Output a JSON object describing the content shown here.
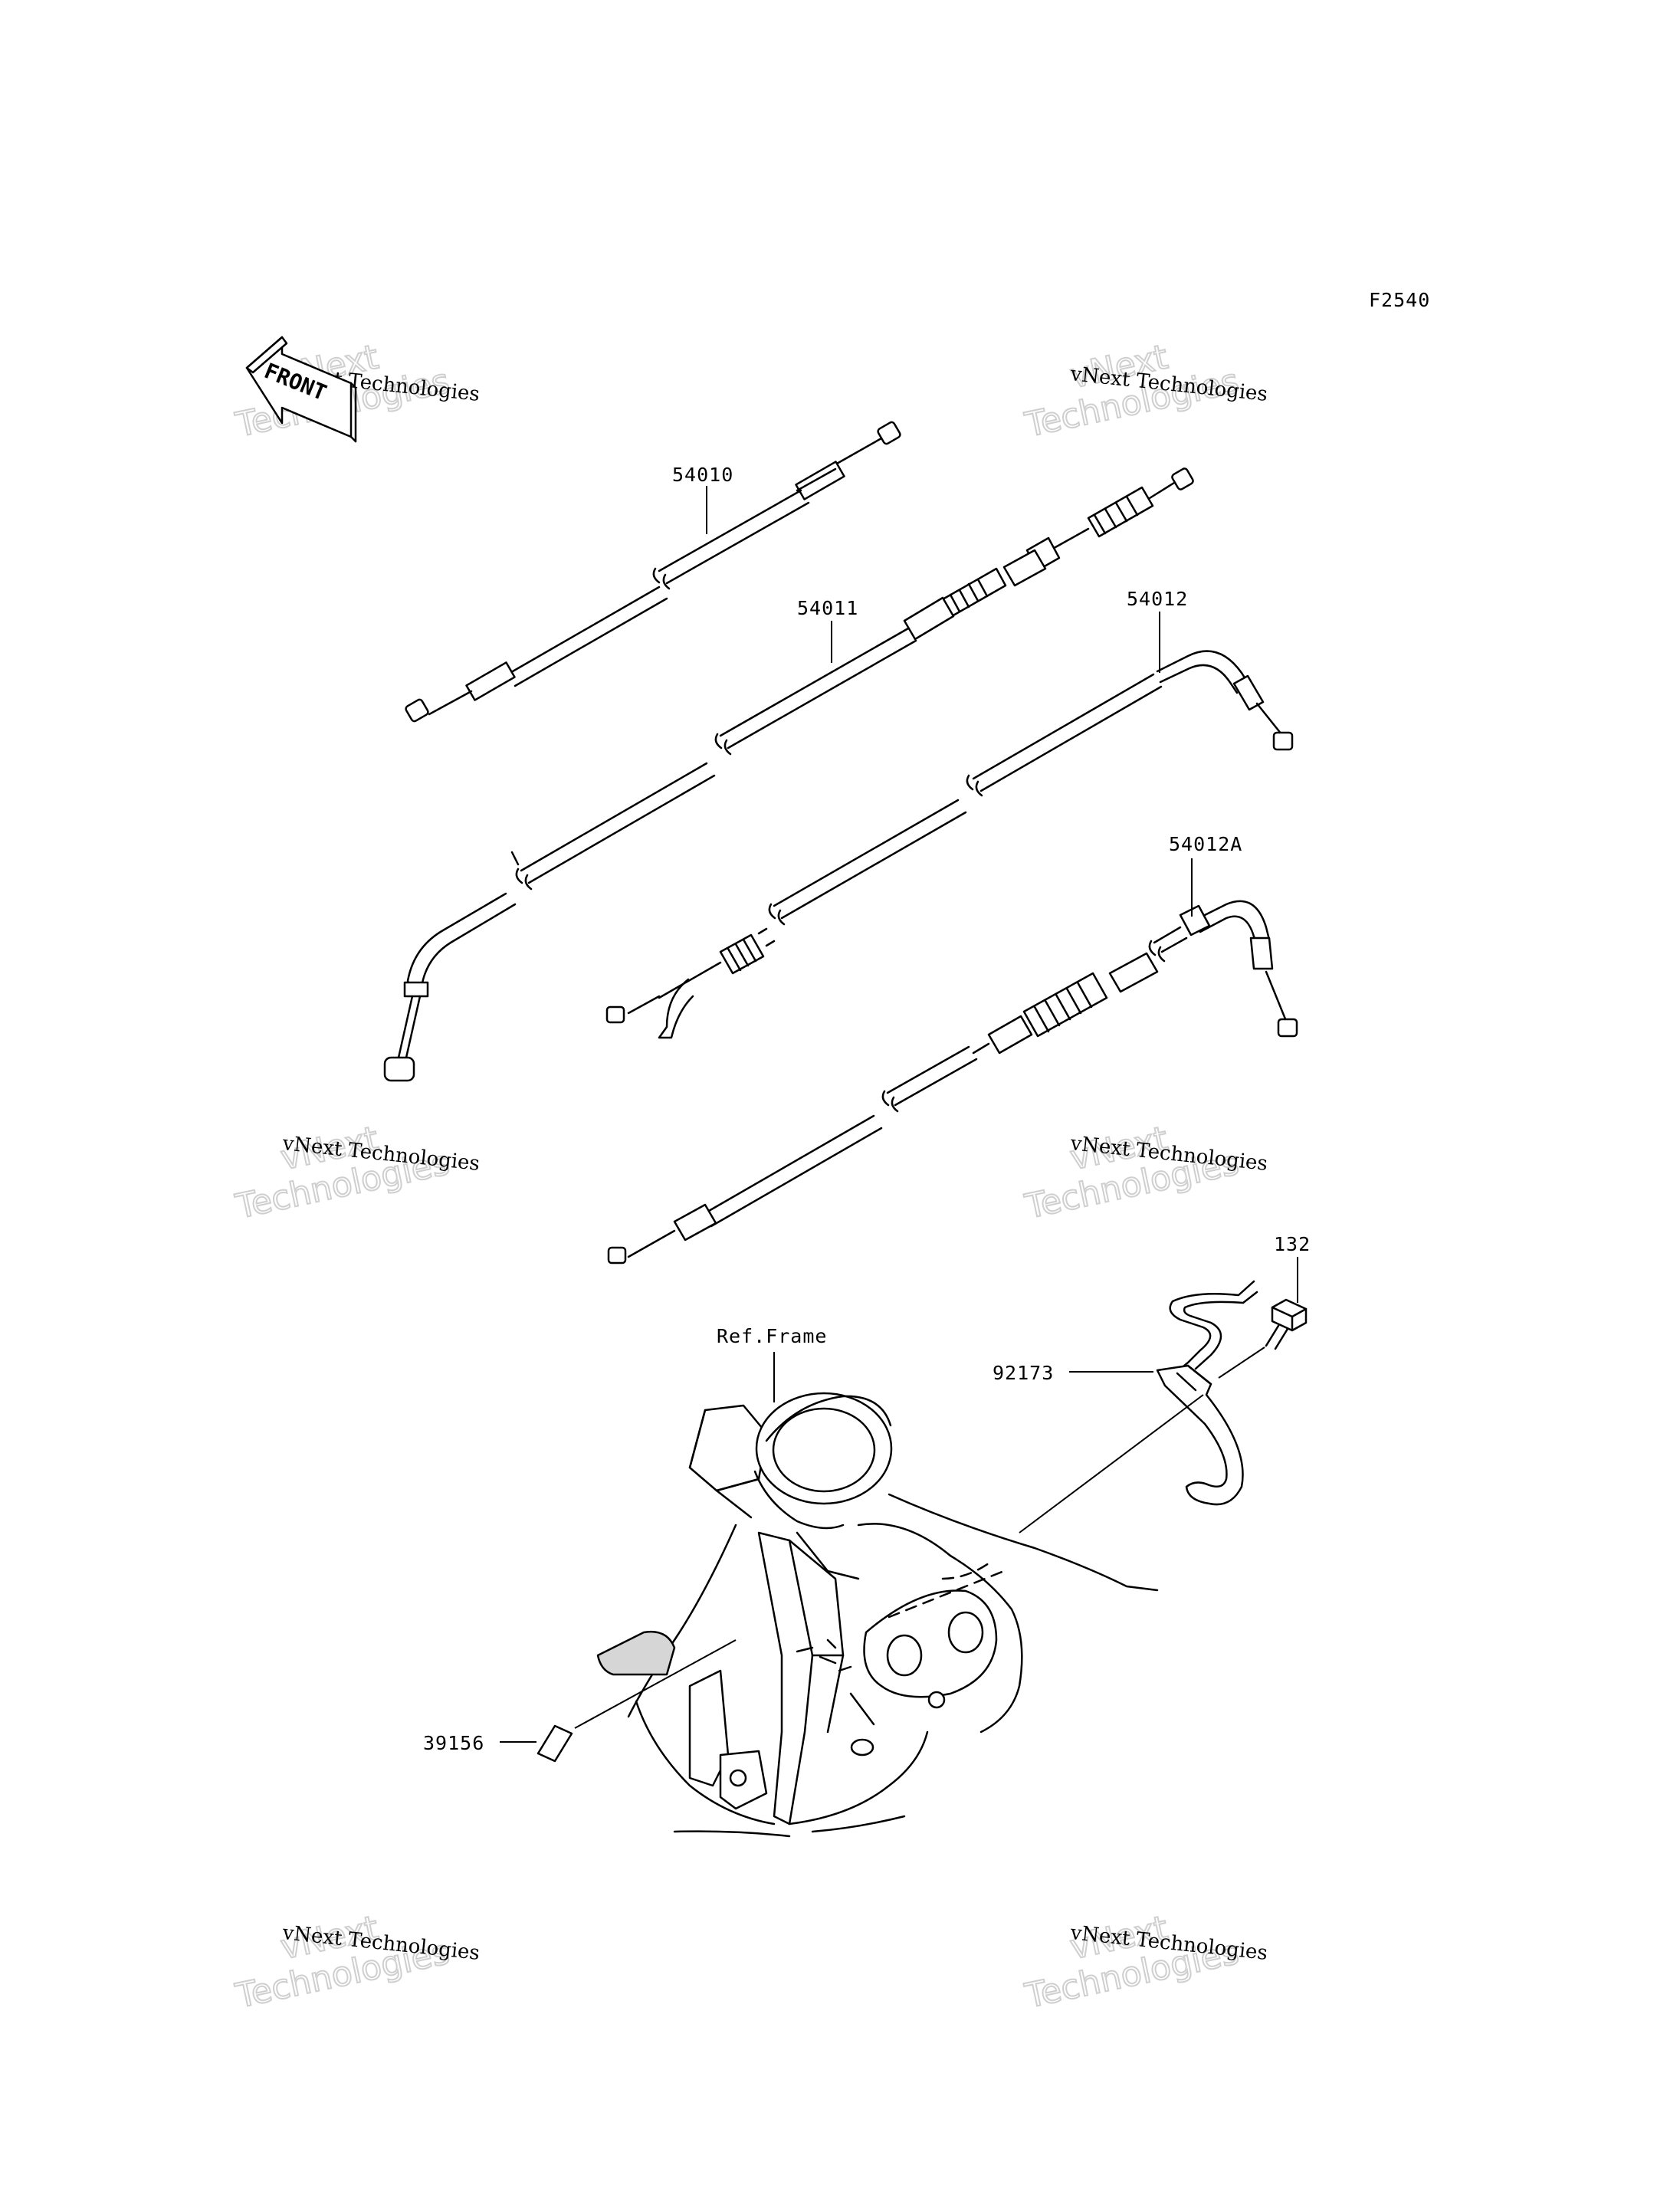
{
  "diagram": {
    "code": "F2540",
    "front_label": "FRONT",
    "ref_frame_label": "Ref.Frame",
    "parts": [
      {
        "number": "54010"
      },
      {
        "number": "54011"
      },
      {
        "number": "54012"
      },
      {
        "number": "54012A"
      },
      {
        "number": "132"
      },
      {
        "number": "92173"
      },
      {
        "number": "39156"
      }
    ]
  },
  "watermark": {
    "line1": "vNext",
    "line2": "Technologies",
    "small": "vNext Technologies"
  }
}
